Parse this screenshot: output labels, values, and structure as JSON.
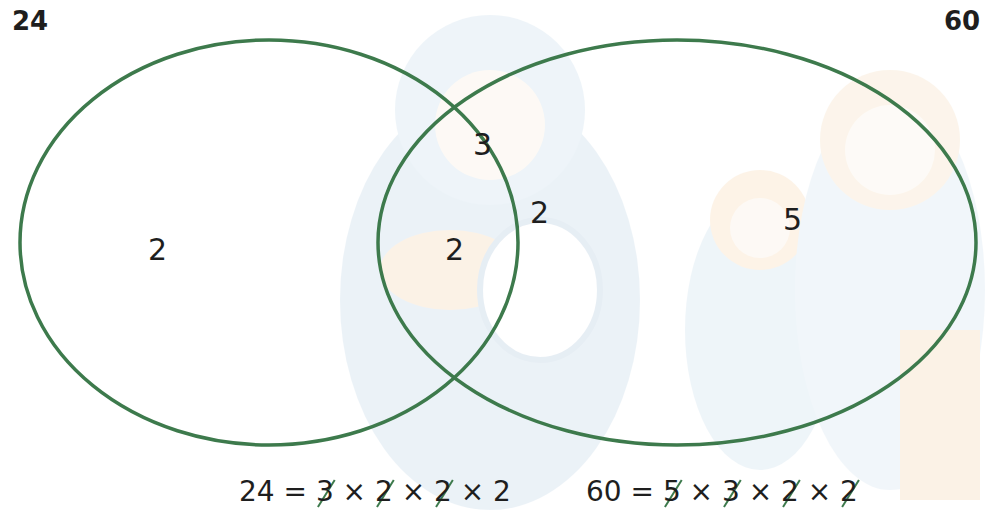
{
  "diagram": {
    "nodes": [
      {
        "text": [
          "24",
          "2"
        ]
      },
      {
        "text": [
          "60",
          "5"
        ]
      }
    ],
    "labels": [
      "3",
      "2",
      "2",
      "24 = 3 × 2 × 2 × 2",
      "60 = 5 × 3 × 2 × 2"
    ]
  }
}
